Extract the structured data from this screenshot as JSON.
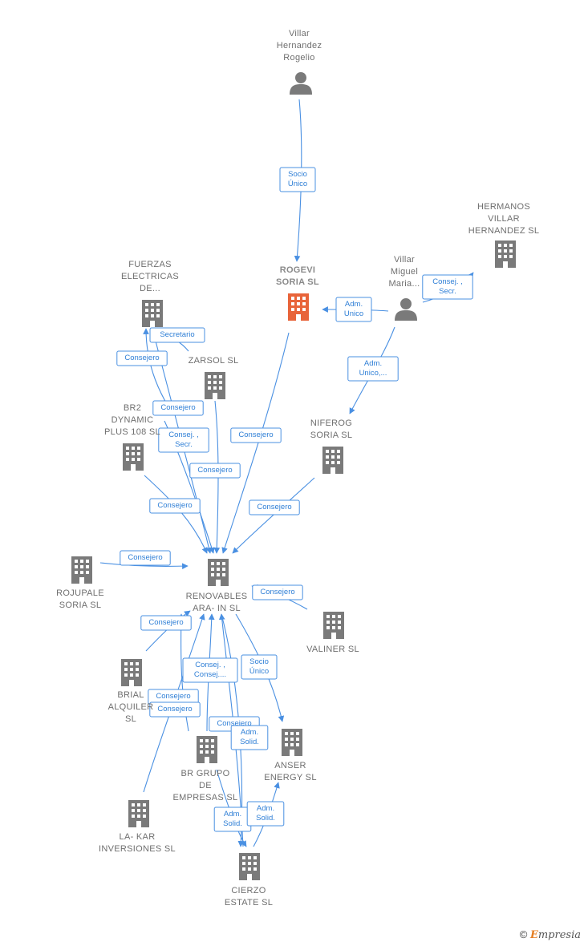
{
  "colors": {
    "accent": "#4a90e2",
    "building": "#7a7a7a",
    "highlight": "#e8643a",
    "person": "#7a7a7a"
  },
  "nodes": [
    {
      "id": "villar_hernandez_rogelio",
      "type": "person",
      "lines": [
        "Villar",
        "Hernandez",
        "Rogelio"
      ]
    },
    {
      "id": "hermanos_villar",
      "type": "company",
      "lines": [
        "HERMANOS",
        "VILLAR",
        "HERNANDEZ SL"
      ]
    },
    {
      "id": "rogevi",
      "type": "company",
      "highlight": true,
      "lines": [
        "ROGEVI",
        "SORIA SL"
      ]
    },
    {
      "id": "villar_miguel",
      "type": "person",
      "lines": [
        "Villar",
        "Miguel",
        "Maria..."
      ]
    },
    {
      "id": "fuerzas",
      "type": "company",
      "lines": [
        "FUERZAS",
        "ELECTRICAS",
        "DE..."
      ]
    },
    {
      "id": "zarsol",
      "type": "company",
      "lines": [
        "ZARSOL SL"
      ]
    },
    {
      "id": "br2",
      "type": "company",
      "lines": [
        "BR2",
        "DYNAMIC",
        "PLUS 108 SL"
      ]
    },
    {
      "id": "niferog",
      "type": "company",
      "lines": [
        "NIFEROG",
        "SORIA SL"
      ]
    },
    {
      "id": "renovables",
      "type": "company",
      "lines": [
        "RENOVABLES",
        "ARA- IN SL"
      ]
    },
    {
      "id": "rojupale",
      "type": "company",
      "lines": [
        "ROJUPALE",
        "SORIA SL"
      ]
    },
    {
      "id": "valiner",
      "type": "company",
      "lines": [
        "VALINER SL"
      ]
    },
    {
      "id": "brial",
      "type": "company",
      "lines": [
        "BRIAL",
        "ALQUILER",
        "SL"
      ]
    },
    {
      "id": "anser",
      "type": "company",
      "lines": [
        "ANSER",
        "ENERGY SL"
      ]
    },
    {
      "id": "br_grupo",
      "type": "company",
      "lines": [
        "BR GRUPO",
        "DE",
        "EMPRESAS SL"
      ]
    },
    {
      "id": "lakar",
      "type": "company",
      "lines": [
        "LA- KAR",
        "INVERSIONES SL"
      ]
    },
    {
      "id": "cierzo",
      "type": "company",
      "lines": [
        "CIERZO",
        "ESTATE SL"
      ]
    }
  ],
  "relations": [
    {
      "from": "villar_hernandez_rogelio",
      "to": "rogevi",
      "lines": [
        "Socio",
        "Único"
      ]
    },
    {
      "from": "villar_miguel",
      "to": "hermanos_villar",
      "lines": [
        "Consej. ,",
        "Secr."
      ]
    },
    {
      "from": "villar_miguel",
      "to": "rogevi",
      "lines": [
        "Adm.",
        "Unico"
      ]
    },
    {
      "from": "villar_miguel",
      "to": "niferog",
      "lines": [
        "Adm.",
        "Unico,..."
      ]
    },
    {
      "from": "zarsol",
      "to": "fuerzas",
      "lines": [
        "Secretario"
      ]
    },
    {
      "from": "br2",
      "to": "fuerzas",
      "lines": [
        "Consejero"
      ]
    },
    {
      "from": "fuerzas",
      "to": "renovables",
      "lines": [
        "Consejero"
      ]
    },
    {
      "from": "fuerzas",
      "to": "renovables",
      "lines": [
        "Consej. ,",
        "Secr."
      ]
    },
    {
      "from": "zarsol",
      "to": "renovables",
      "lines": [
        "Consejero"
      ]
    },
    {
      "from": "rogevi",
      "to": "renovables",
      "lines": [
        "Consejero"
      ]
    },
    {
      "from": "br2",
      "to": "renovables",
      "lines": [
        "Consejero"
      ]
    },
    {
      "from": "niferog",
      "to": "renovables",
      "lines": [
        "Consejero"
      ]
    },
    {
      "from": "rojupale",
      "to": "renovables",
      "lines": [
        "Consejero"
      ]
    },
    {
      "from": "valiner",
      "to": "renovables",
      "lines": [
        "Consejero"
      ]
    },
    {
      "from": "brial",
      "to": "renovables",
      "lines": [
        "Consejero"
      ]
    },
    {
      "from": "br_grupo",
      "to": "renovables",
      "lines": [
        "Consej. ,",
        "Consej...."
      ]
    },
    {
      "from": "renovables",
      "to": "anser",
      "lines": [
        "Socio",
        "Único"
      ]
    },
    {
      "from": "lakar",
      "to": "renovables",
      "lines": [
        "Consejero"
      ]
    },
    {
      "from": "brial",
      "to": "renovables",
      "lines": [
        "Consejero"
      ]
    },
    {
      "from": "cierzo",
      "to": "renovables",
      "lines": [
        "Consejero"
      ]
    },
    {
      "from": "renovables",
      "to": "cierzo",
      "lines": [
        "Adm.",
        "Solid."
      ]
    },
    {
      "from": "br_grupo",
      "to": "cierzo",
      "lines": [
        "Adm.",
        "Solid."
      ]
    },
    {
      "from": "cierzo",
      "to": "anser",
      "lines": [
        "Adm.",
        "Solid."
      ]
    }
  ],
  "footer": {
    "copyright": "©",
    "brand_first": "E",
    "brand_rest": "mpresia"
  }
}
